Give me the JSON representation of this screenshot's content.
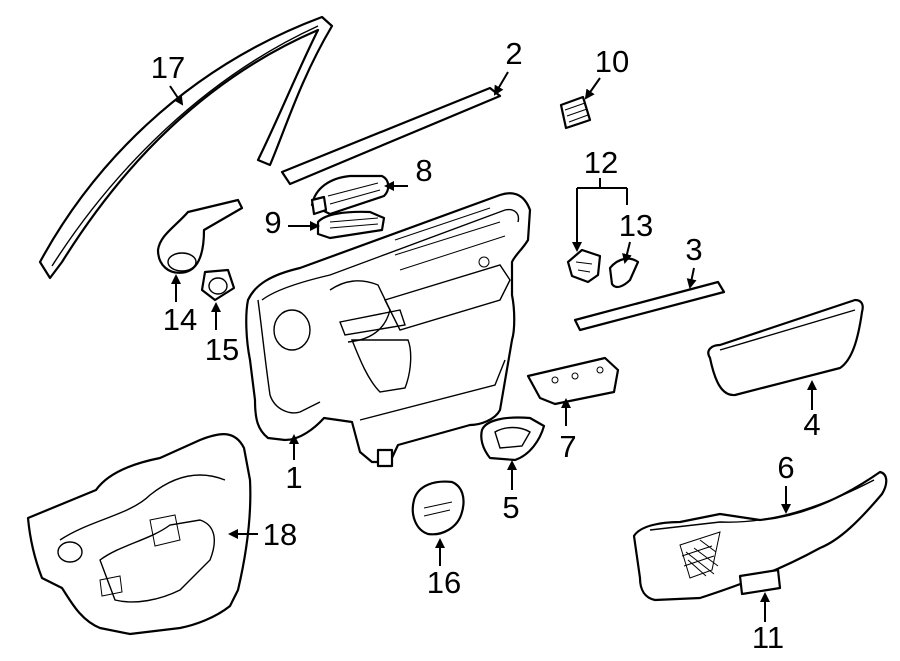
{
  "callouts": {
    "c1": "1",
    "c2": "2",
    "c3": "3",
    "c4": "4",
    "c5": "5",
    "c6": "6",
    "c7": "7",
    "c8": "8",
    "c9": "9",
    "c10": "10",
    "c11": "11",
    "c12": "12",
    "c13": "13",
    "c14": "14",
    "c15": "15",
    "c16": "16",
    "c17": "17",
    "c18": "18"
  },
  "colors": {
    "line": "#000000",
    "background": "#ffffff"
  }
}
